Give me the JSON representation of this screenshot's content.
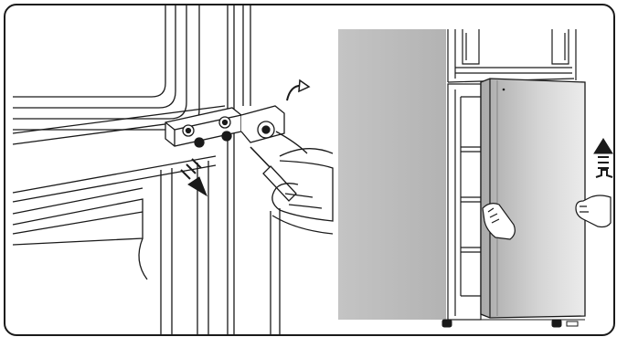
{
  "figure": {
    "panels": [
      {
        "id": "left",
        "depicts": "hinge-removal-with-screwdriver"
      },
      {
        "id": "right",
        "depicts": "freezer-door-lift-off"
      }
    ],
    "colors": {
      "line": "#1a1a1a",
      "wall_gray": "#bdbdbd",
      "door_gray_dark": "#a9a9a9",
      "door_gray_light": "#e6e6e6",
      "background": "#ffffff"
    },
    "icons": [
      "rotate-arrow-icon",
      "down-arrow-icon",
      "up-arrow-icon"
    ]
  }
}
